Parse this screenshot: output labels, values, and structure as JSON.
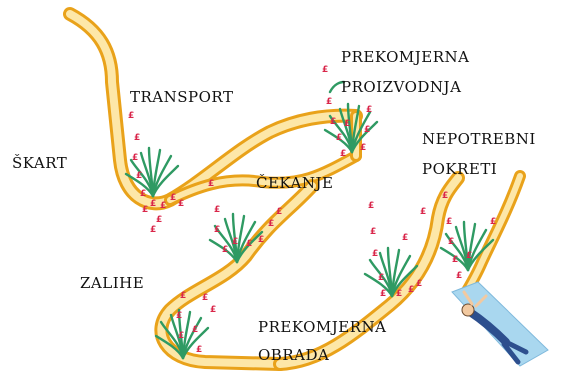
{
  "labels": {
    "skart": "ŠKART",
    "transport": "TRANSPORT",
    "prekomjerna_proizvodnja_l1": "PREKOMJERNA",
    "prekomjerna_proizvodnja_l2": "PROIZVODNJA",
    "cekanje": "ČEKANJE",
    "nepotrebni_pokreti_l1": "NEPOTREBNI",
    "nepotrebni_pokreti_l2": "POKRETI",
    "zalihe": "ZALIHE",
    "prekomjerna_obrada_l1": "PREKOMJERNA",
    "prekomjerna_obrada_l2": "OBRADA"
  },
  "pound_symbol": "£",
  "colors": {
    "road_fill": "#fde7a8",
    "road_edge": "#e9a21a",
    "plant": "#2f9a63",
    "pound": "#d9264a",
    "water": "#a9d7ef",
    "text": "#111111"
  },
  "icons": [
    "plant-icon",
    "pound-coin-icon",
    "drowning-man-icon"
  ]
}
